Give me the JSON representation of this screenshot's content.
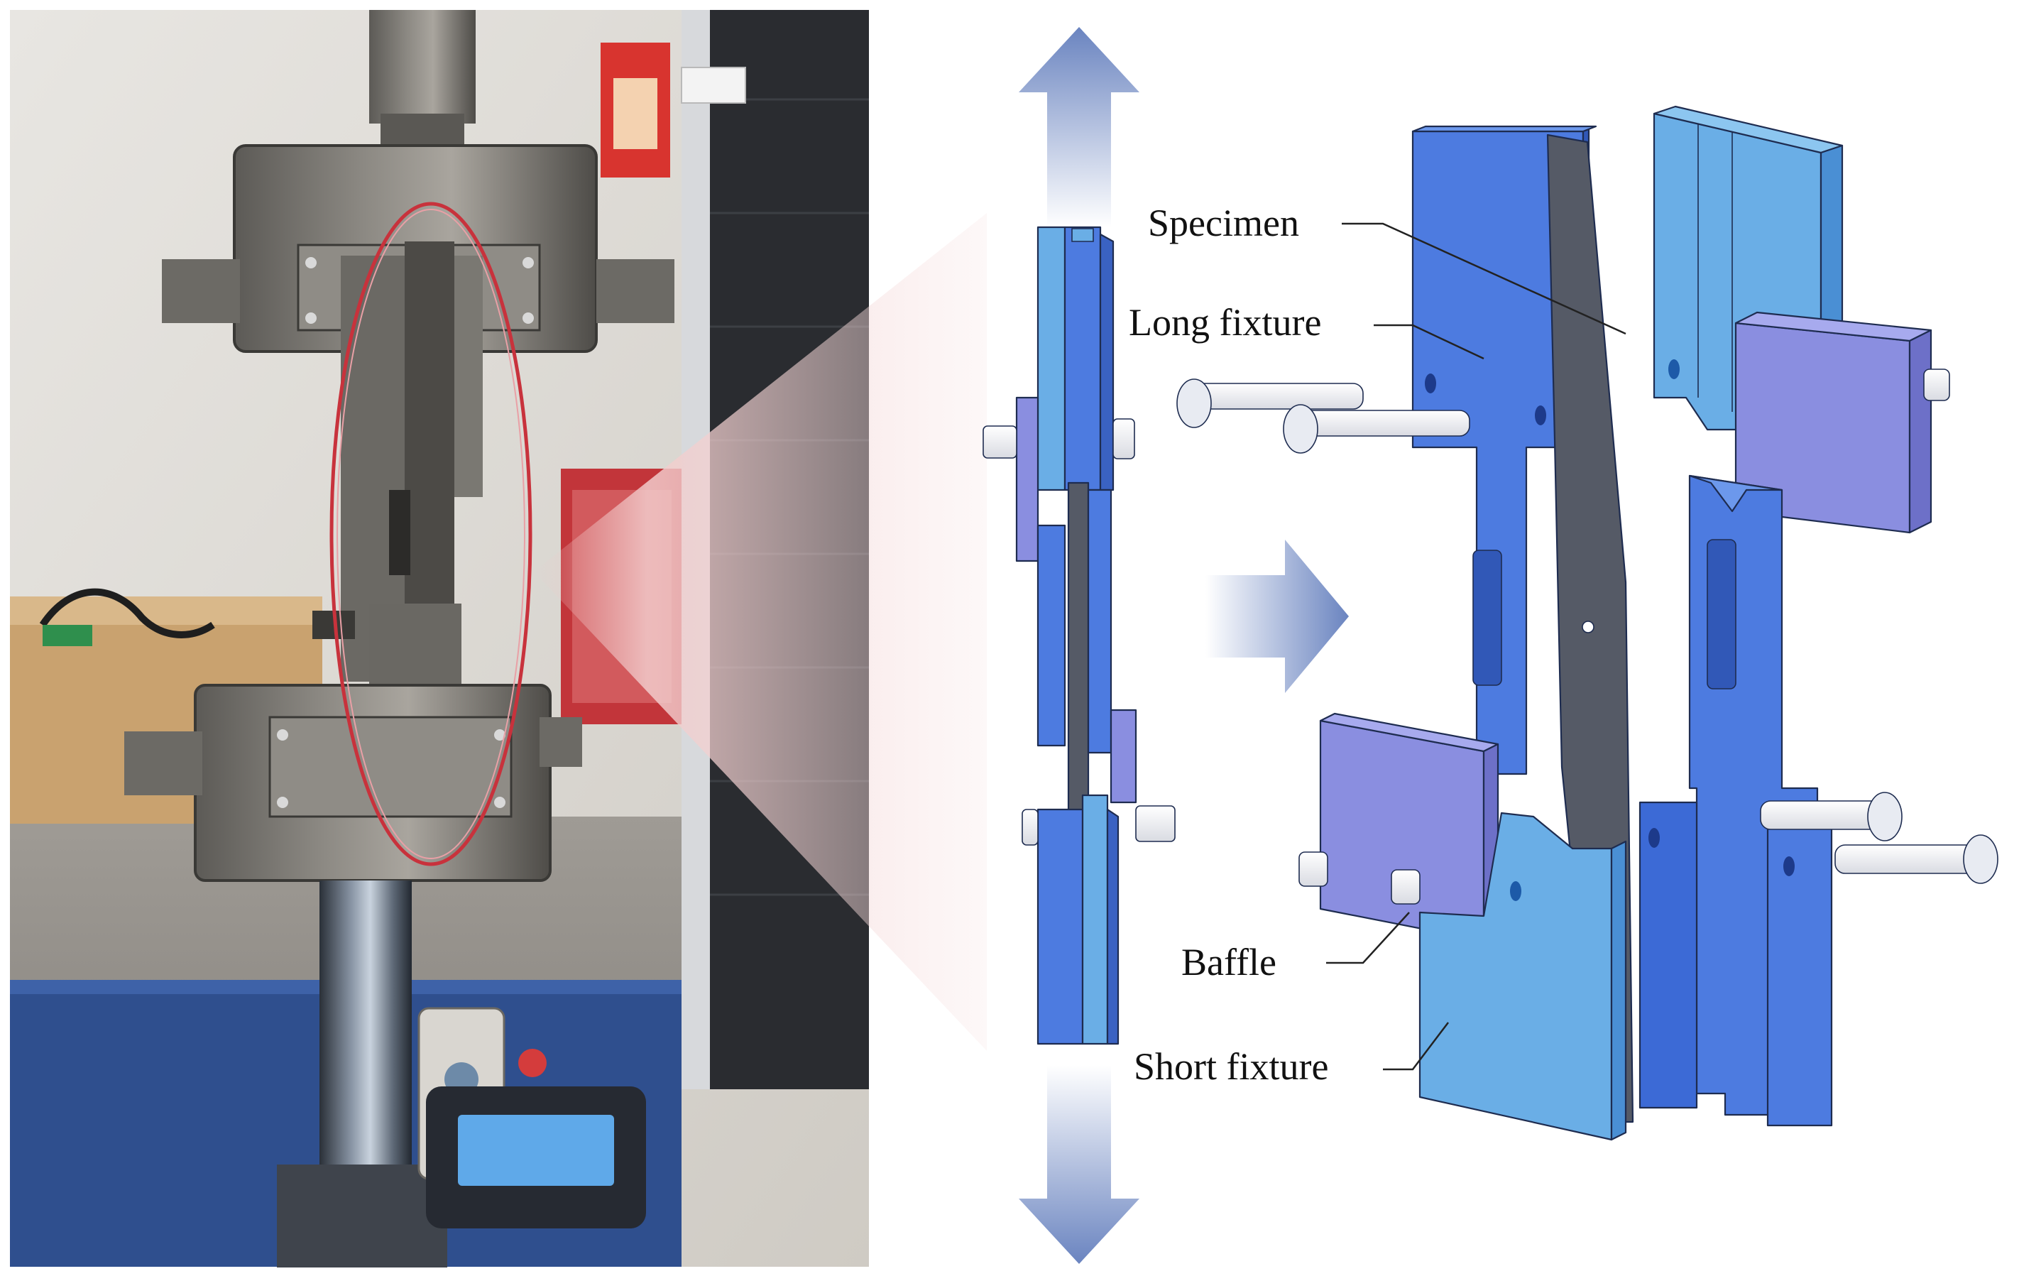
{
  "figure": {
    "panels": [
      {
        "id": "photo",
        "kind": "photograph of tensile test setup"
      },
      {
        "id": "schematic",
        "kind": "exploded fixture drawing"
      }
    ]
  },
  "labels": {
    "specimen": "Specimen",
    "long_fixture": "Long fixture",
    "baffle": "Baffle",
    "short_fixture": "Short fixture"
  },
  "colors": {
    "long_fixture": "#4d7be0",
    "short_fixture": "#6aaee6",
    "baffle": "#8a8ee0",
    "specimen": "#555a66",
    "highlight_ellipse": "#c8323c",
    "arrow": "#6a84c0"
  },
  "icons": {
    "load_direction": "double-headed-vertical-arrow",
    "explode_arrow": "right-arrow"
  }
}
